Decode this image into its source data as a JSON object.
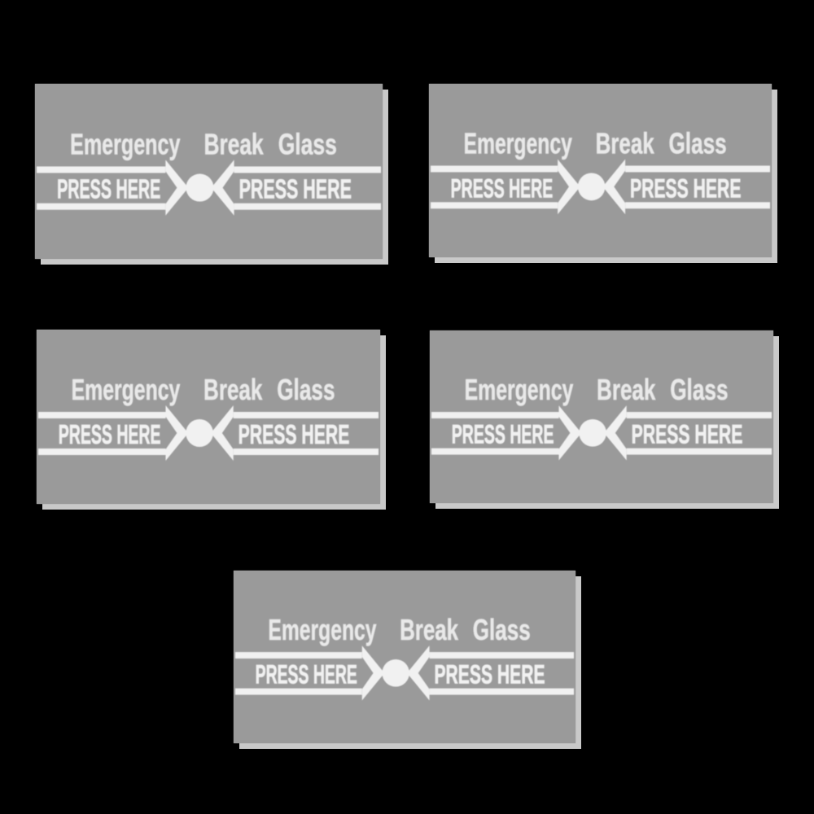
{
  "scene": {
    "panel_count": 5
  },
  "panel": {
    "title_words": [
      "Emergency",
      "Break",
      "Glass"
    ],
    "arrow_label_left": "PRESS HERE",
    "arrow_label_right": "PRESS HERE"
  },
  "colors": {
    "background": "#000000",
    "panel_face": "#9a9a9a",
    "marking": "#f1f1f1",
    "title_text": "#e9e9e9",
    "shadow": "#c9c9c9"
  }
}
